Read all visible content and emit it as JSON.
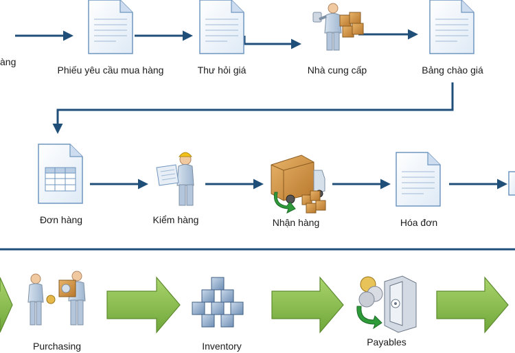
{
  "process_top": {
    "labels": {
      "customer_cut": "àng",
      "purchase_request": "Phiếu yêu cầu mua hàng",
      "inquiry_letter": "Thư hỏi giá",
      "supplier": "Nhà cung cấp",
      "quotation": "Bảng chào giá"
    }
  },
  "process_middle": {
    "labels": {
      "order": "Đơn hàng",
      "inspection": "Kiểm hàng",
      "receiving": "Nhận hàng",
      "invoice": "Hóa đơn"
    }
  },
  "process_bottom": {
    "labels": {
      "purchasing": "Purchasing",
      "inventory": "Inventory",
      "payables": "Payables"
    }
  },
  "colors": {
    "connector": "#1f4e79",
    "divider": "#1f4e79",
    "chevron_fill": "#8bbf52",
    "chevron_stroke": "#5d8a2f",
    "doc_fill": "#eef4fb",
    "doc_stroke": "#6f95bf",
    "cycle_arrow": "#2e9a3a"
  }
}
